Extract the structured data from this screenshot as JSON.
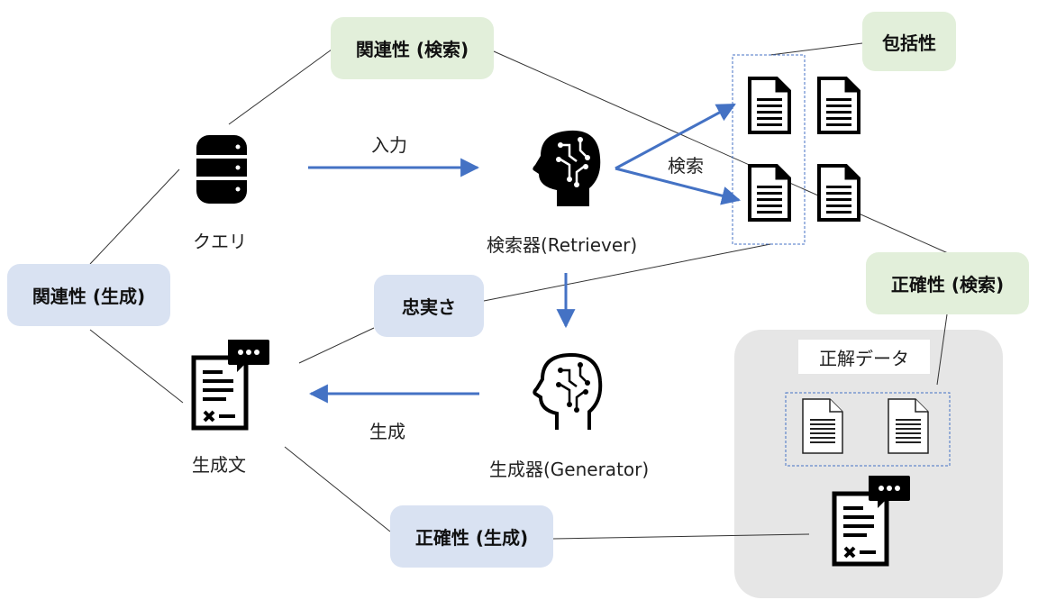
{
  "boxes": {
    "relevance_search": "関連性 (検索)",
    "comprehensiveness": "包括性",
    "relevance_generation": "関連性 (生成)",
    "faithfulness": "忠実さ",
    "accuracy_search": "正確性 (検索)",
    "accuracy_generation": "正確性 (生成)"
  },
  "nodes": {
    "query": "クエリ",
    "retriever": "検索器(Retriever)",
    "generator": "生成器(Generator)",
    "generated_text": "生成文"
  },
  "edges": {
    "input": "入力",
    "search": "検索",
    "generate": "生成"
  },
  "ground_truth": {
    "title": "正解データ"
  },
  "colors": {
    "green_box": "#e2efda",
    "blue_box": "#d9e2f2",
    "arrow": "#4472c4",
    "panel": "#e6e6e6"
  },
  "icons": [
    "database-icon",
    "ai-head-icon",
    "document-icon",
    "document-chat-icon"
  ]
}
